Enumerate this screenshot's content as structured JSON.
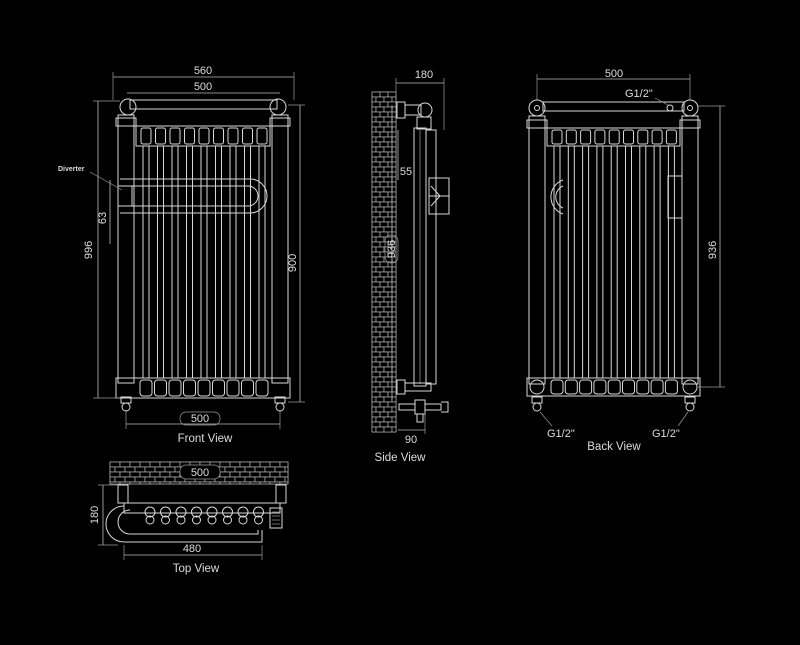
{
  "colors": {
    "background": "#000000",
    "line": "#d8d8d8",
    "text": "#dcdcdc"
  },
  "front_view": {
    "label": "Front View",
    "dim_total_width": "560",
    "dim_rail_width": "500",
    "dim_bottom_width": "500",
    "dim_total_height": "996",
    "dim_rail_height": "900",
    "dim_diverter": "63",
    "diverter_label": "Diverter"
  },
  "side_view": {
    "label": "Side View",
    "dim_depth": "180",
    "dim_offset": "55",
    "dim_height": "936",
    "dim_valve": "90"
  },
  "back_view": {
    "label": "Back View",
    "dim_width": "500",
    "dim_height": "936",
    "port_top": "G1/2\"",
    "port_bottom_left": "G1/2\"",
    "port_bottom_right": "G1/2\""
  },
  "top_view": {
    "label": "Top View",
    "dim_wall_width": "500",
    "dim_depth": "180",
    "dim_width": "480"
  }
}
